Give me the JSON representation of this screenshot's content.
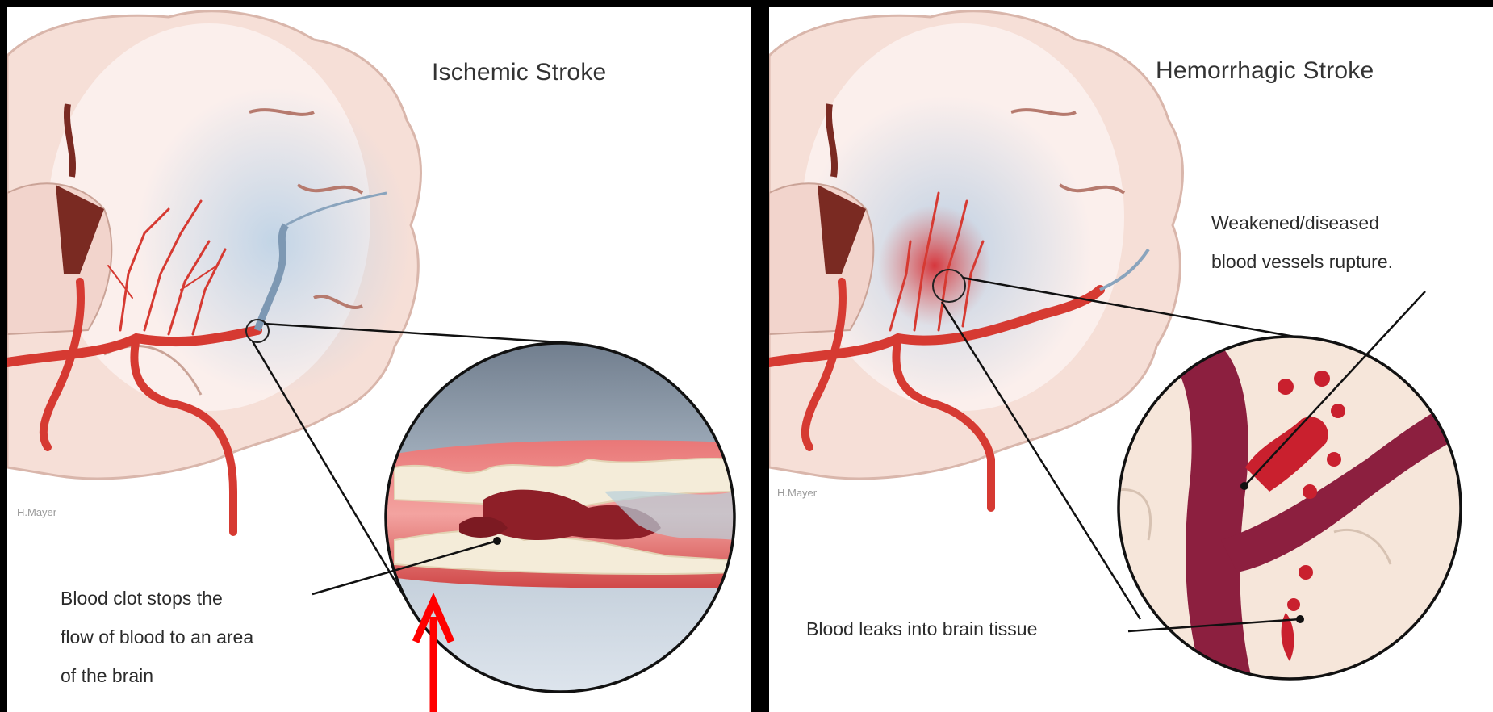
{
  "panels": [
    {
      "title": "Ischemic Stroke",
      "credit": "H.Mayer",
      "callouts": [
        {
          "lines": [
            "Blood clot stops the",
            "flow of blood to an area",
            "of the brain"
          ]
        }
      ]
    },
    {
      "title": "Hemorrhagic Stroke",
      "credit": "H.Mayer",
      "callouts": [
        {
          "lines": [
            "Weakened/diseased",
            "blood vessels rupture."
          ]
        },
        {
          "lines": [
            "Blood leaks into brain tissue"
          ]
        }
      ]
    }
  ],
  "colors": {
    "background": "#000000",
    "panel": "#ffffff",
    "brain": "#f7e3dc",
    "artery": "#d63a32",
    "ischemic_zone": "#c9d8e8",
    "clot": "#8e1f28",
    "annotation_arrow": "#ff0000"
  }
}
